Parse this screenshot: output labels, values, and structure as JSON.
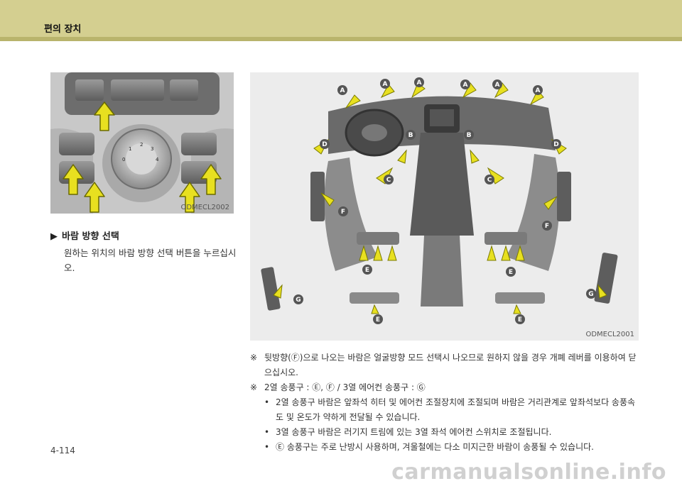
{
  "header": {
    "title": "편의 장치"
  },
  "images": {
    "left_code": "ODMECL2002",
    "right_code": "ODMECL2001",
    "dial_numbers": [
      "1",
      "2",
      "3",
      "0",
      "4"
    ],
    "vent_labels": {
      "a": "A",
      "b": "B",
      "c": "C",
      "d": "D",
      "e": "E",
      "f": "F",
      "g": "G"
    }
  },
  "section": {
    "heading": "바람 방향 선택",
    "body": "원하는 위치의 바람 방향 선택 버튼을 누르십시오."
  },
  "notes": {
    "mark": "※",
    "note1": "뒷방향(Ⓕ)으로 나오는 바람은 얼굴방향 모드 선택시 나오므로 원하지 않을 경우 개폐 레버를 이용하여 닫으십시오.",
    "note2": "2열 송풍구 : Ⓔ, Ⓕ / 3열 에어컨 송풍구 : Ⓖ",
    "bullets": [
      "2열 송풍구 바람은 앞좌석 히터 및 에어컨 조절장치에 조절되며 바람은 거리관계로 앞좌석보다 송풍속도 및 온도가 약하게 전달될 수 있습니다.",
      "3열 송풍구 바람은 러기지 트림에 있는 3열 좌석 에어컨 스위치로 조절됩니다.",
      "Ⓔ 송풍구는 주로 난방시 사용하며, 겨울철에는 다소 미지근한 바람이 송풍될 수 있습니다."
    ],
    "bullet_dot": "•"
  },
  "footer": {
    "page_number": "4-114",
    "watermark": "carmanualsonline.info"
  },
  "colors": {
    "header_band": "#d4cf90",
    "arrow_yellow": "#e8e020",
    "tag_gray": "#555555"
  }
}
